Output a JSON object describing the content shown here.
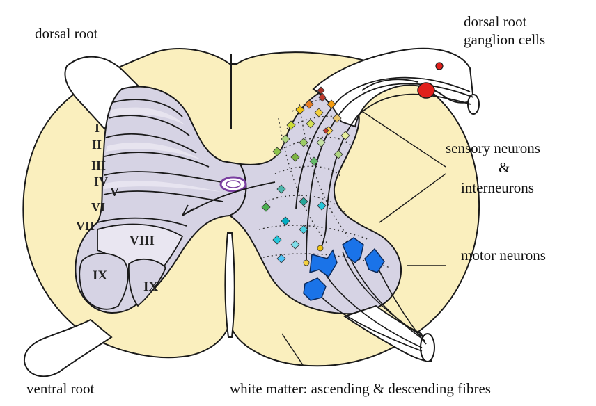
{
  "labels": {
    "dorsal_root": "dorsal root",
    "dorsal_root_ganglion_line1": "dorsal root",
    "dorsal_root_ganglion_line2": "ganglion cells",
    "sensory_line1": "sensory neurons",
    "sensory_line2": "&",
    "sensory_line3": "interneurons",
    "motor_neurons": "motor neurons",
    "ventral_root": "ventral root",
    "white_matter": "white matter: ascending & descending fibres"
  },
  "laminae": [
    "I",
    "II",
    "III",
    "IV",
    "V",
    "VI",
    "VII",
    "VIII",
    "IX",
    "IX"
  ],
  "colors": {
    "white_matter": "#faefbe",
    "grey_matter": "#d6d3e4",
    "grey_matter_light": "#e9e6f1",
    "root": "#ffffff",
    "outline": "#1a1a1a",
    "motor_neuron": "#1a73e8",
    "ganglion_cell": "#e0201c"
  }
}
